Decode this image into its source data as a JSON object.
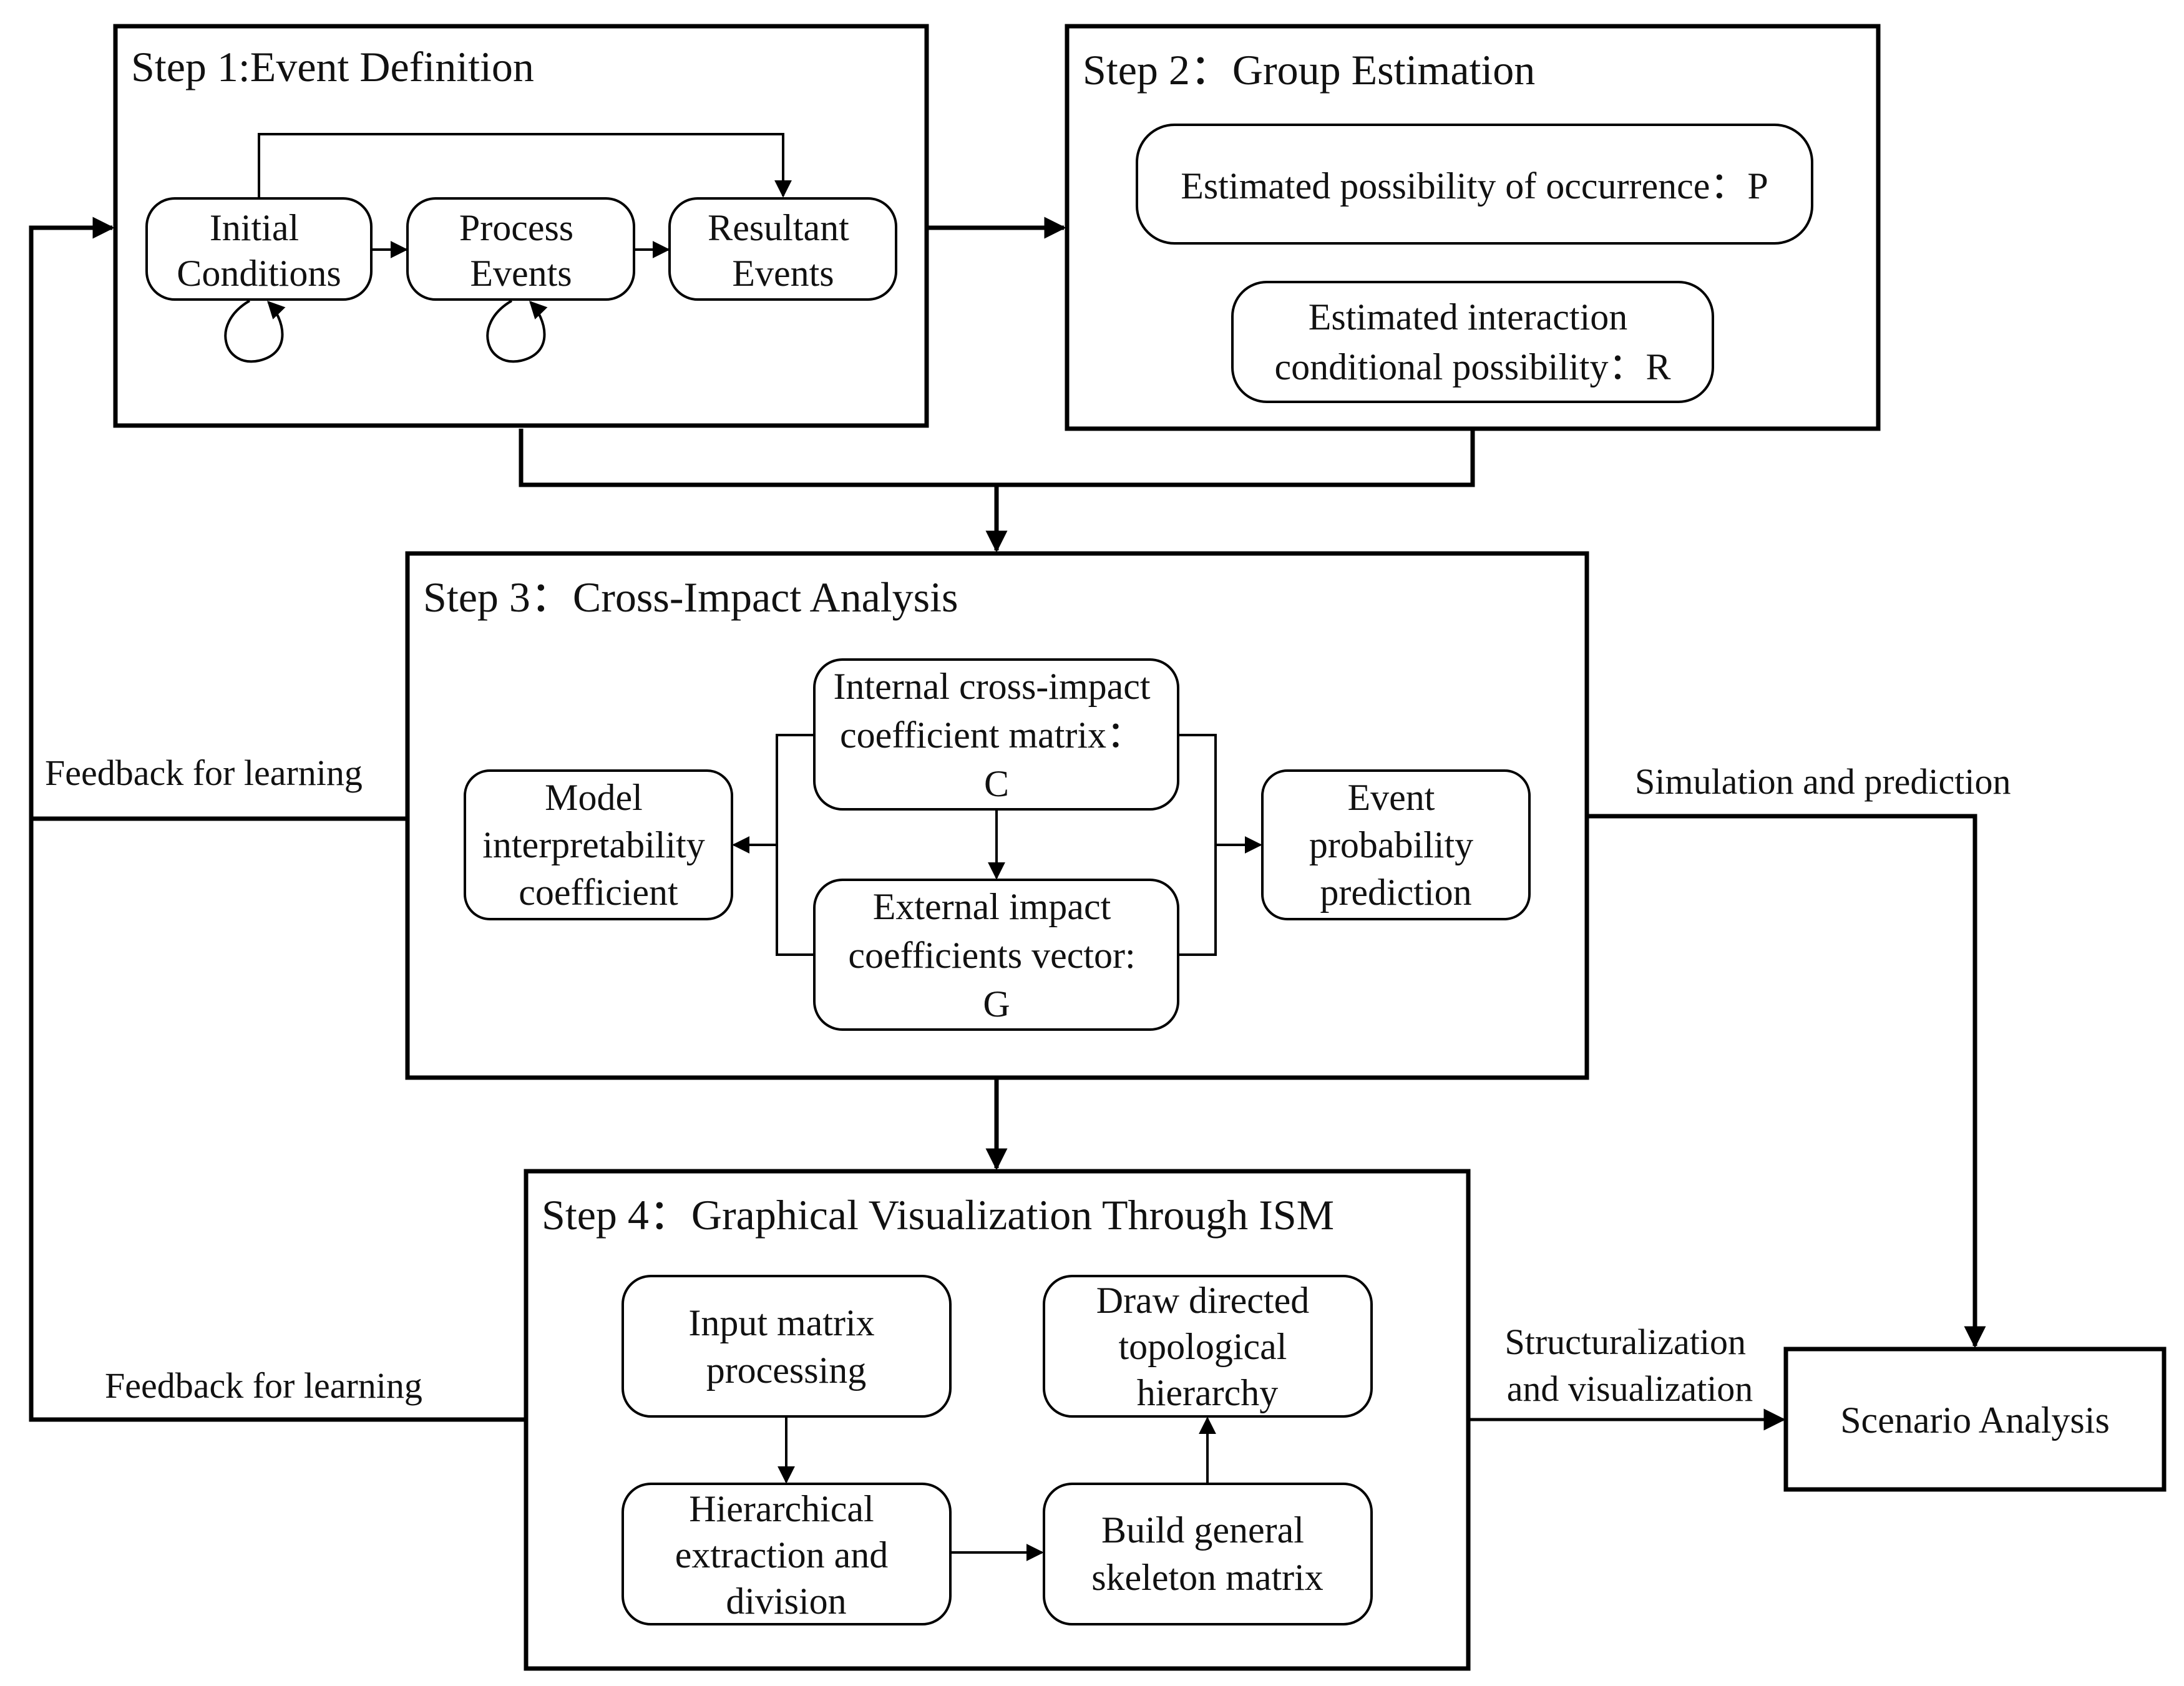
{
  "step1": {
    "title": "Step 1:Event  Definition",
    "initial_l1": "Initial",
    "initial_l2": "Conditions",
    "process_l1": "Process",
    "process_l2": "Events",
    "resultant_l1": "Resultant",
    "resultant_l2": "Events"
  },
  "step2": {
    "title": "Step 2：Group Estimation",
    "p_text": "Estimated possibility of occurrence：P",
    "r_l1": "Estimated interaction",
    "r_l2": "conditional possibility：R"
  },
  "step3": {
    "title": "Step 3：Cross-Impact Analysis",
    "internal_l1": "Internal cross-impact",
    "internal_l2": "coefficient matrix：",
    "internal_l3": "C",
    "external_l1": "External impact",
    "external_l2": "coefficients vector:",
    "external_l3": "G",
    "model_l1": "Model",
    "model_l2": "interpretability",
    "model_l3": "coefficient",
    "event_l1": "Event",
    "event_l2": "probability",
    "event_l3": "prediction"
  },
  "step4": {
    "title": "Step 4：Graphical Visualization Through ISM",
    "input_l1": "Input matrix",
    "input_l2": "processing",
    "hier_l1": "Hierarchical",
    "hier_l2": "extraction and",
    "hier_l3": "division",
    "build_l1": "Build general",
    "build_l2": "skeleton matrix",
    "draw_l1": "Draw directed",
    "draw_l2": "topological",
    "draw_l3": "hierarchy"
  },
  "labels": {
    "feedback_upper": "Feedback for learning",
    "feedback_lower": "Feedback for learning",
    "simulation": "Simulation and prediction",
    "struct_l1": "Structuralization",
    "struct_l2": "and visualization"
  },
  "scenario": "Scenario Analysis"
}
